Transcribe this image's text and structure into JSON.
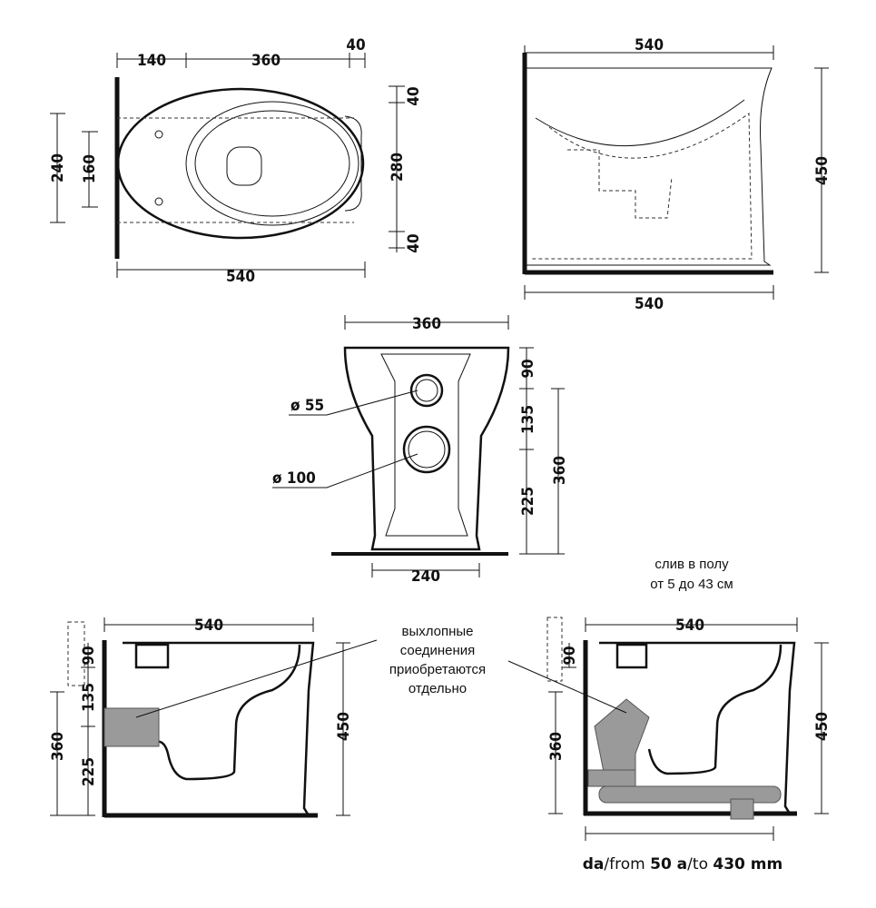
{
  "top_view": {
    "d140": "140",
    "d360": "360",
    "d40a": "40",
    "d240": "240",
    "d160": "160",
    "d40b": "40",
    "d280": "280",
    "d40c": "40",
    "d540": "540"
  },
  "side_view": {
    "top540": "540",
    "h450": "450",
    "bottom540": "540"
  },
  "front_view": {
    "w360": "360",
    "d90": "90",
    "d135": "135",
    "h360": "360",
    "d225": "225",
    "w240": "240",
    "dia55": "ø 55",
    "dia100": "ø 100"
  },
  "wall_drain_view": {
    "w540": "540",
    "d90": "90",
    "d135": "135",
    "d360": "360",
    "d225": "225",
    "h450": "450"
  },
  "note": {
    "line1": "выхлопные",
    "line2": "соединения",
    "line3": "приобретаются",
    "line4": "отдельно"
  },
  "floor_drain_view": {
    "caption1": "слив в полу",
    "caption2": "от 5 до 43 см",
    "w540": "540",
    "d90": "90",
    "d360": "360",
    "h450": "450",
    "footer": {
      "p1": "da",
      "p2": "/from ",
      "p3": "50 a",
      "p4": "/to ",
      "p5": "430 mm"
    }
  }
}
